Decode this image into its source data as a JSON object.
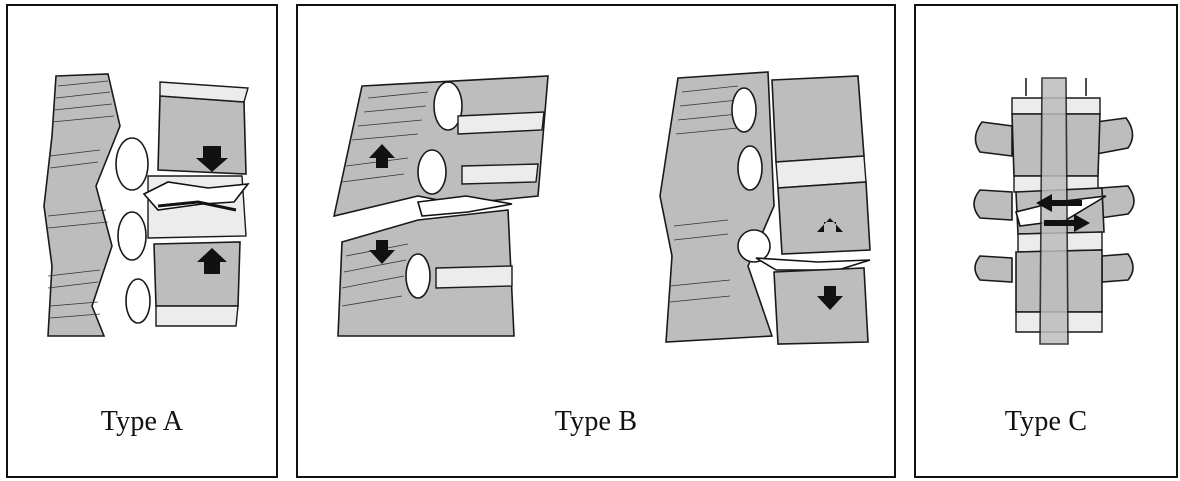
{
  "panels": [
    {
      "id": "a",
      "caption": "Type A"
    },
    {
      "id": "b",
      "caption": "Type B"
    },
    {
      "id": "c",
      "caption": "Type C"
    }
  ]
}
